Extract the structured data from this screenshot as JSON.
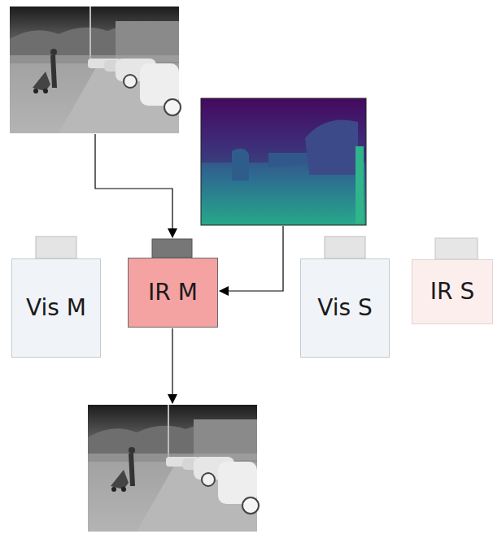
{
  "diagram": {
    "nodes": [
      {
        "text": [
          "Vis M"
        ]
      },
      {
        "text": [
          "IR M"
        ]
      },
      {
        "text": [
          "Vis S"
        ]
      },
      {
        "text": [
          "IR S"
        ]
      }
    ]
  }
}
